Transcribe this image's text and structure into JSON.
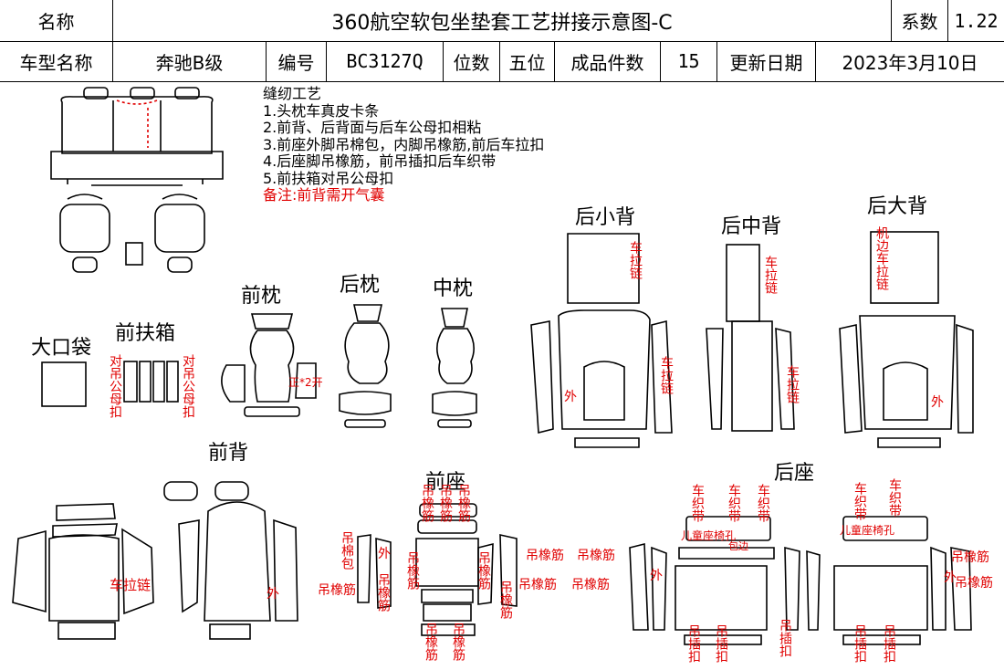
{
  "header": {
    "name_label": "名称",
    "title": "360航空软包坐垫套工艺拼接示意图-C",
    "coef_label": "系数",
    "coef_value": "1.22",
    "car_label": "车型名称",
    "car_value": "奔驰B级",
    "code_label": "编号",
    "code_value": "BC3127Q",
    "seats_label": "位数",
    "seats_value": "五位",
    "pieces_label": "成品件数",
    "pieces_value": "15",
    "date_label": "更新日期",
    "date_value": "2023年3月10日"
  },
  "notes": {
    "title": "缝纫工艺",
    "items": [
      "1.头枕车真皮卡条",
      "2.前背、后背面与后车公母扣相粘",
      "3.前座外脚吊棉包，内脚吊橡筋,前后车拉扣",
      "4.后座脚吊橡筋，前吊插扣后车织带",
      "5.前扶箱对吊公母扣"
    ],
    "remark": "备注:前背需开气囊"
  },
  "sections": {
    "big_pocket": "大口袋",
    "front_armrest": "前扶箱",
    "front_pillow": "前枕",
    "rear_pillow": "后枕",
    "mid_pillow": "中枕",
    "rear_small_back": "后小背",
    "rear_mid_back": "后中背",
    "rear_big_back": "后大背",
    "front_back": "前背",
    "front_seat": "前座",
    "rear_seat": "后座"
  },
  "annotations": {
    "pair_hang": "对吊公母扣",
    "rear_zip": "车拉链",
    "outer": "外",
    "cut_open": "正*2开",
    "hang_cotton": "吊棉包",
    "hang_elastic": "吊橡筋",
    "hang_buckle": "吊插扣",
    "rear_strap": "车织带",
    "child_seat": "儿童座椅孔",
    "wrap_edge": "包边",
    "machine_edge": "机边车拉链"
  },
  "colors": {
    "line": "#000000",
    "annotation": "#e00000",
    "watermark": "#7f90c8"
  }
}
